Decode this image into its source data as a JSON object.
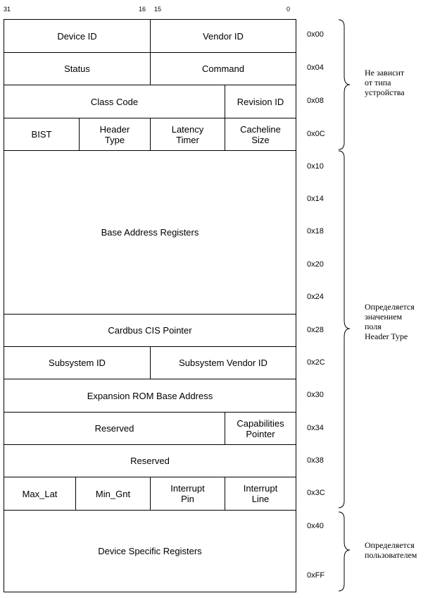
{
  "bits": {
    "b31": "31",
    "b16": "16",
    "b15": "15",
    "b0": "0"
  },
  "cells": {
    "device_id": "Device ID",
    "vendor_id": "Vendor ID",
    "status": "Status",
    "command": "Command",
    "class_code": "Class Code",
    "revision_id": "Revision ID",
    "bist": "BIST",
    "header_type_1": "Header",
    "header_type_2": "Type",
    "latency_timer_1": "Latency",
    "latency_timer_2": "Timer",
    "cacheline_size_1": "Cacheline",
    "cacheline_size_2": "Size",
    "base_address_registers": "Base Address Registers",
    "cardbus_cis_pointer": "Cardbus CIS Pointer",
    "subsystem_id": "Subsystem ID",
    "subsystem_vendor_id": "Subsystem Vendor ID",
    "expansion_rom": "Expansion ROM Base Address",
    "reserved_1": "Reserved",
    "capabilities_pointer_1": "Capabilities",
    "capabilities_pointer_2": "Pointer",
    "reserved_2": "Reserved",
    "max_lat": "Max_Lat",
    "min_gnt": "Min_Gnt",
    "interrupt_pin_1": "Interrupt",
    "interrupt_pin_2": "Pin",
    "interrupt_line_1": "Interrupt",
    "interrupt_line_2": "Line",
    "device_specific": "Device Specific Registers"
  },
  "offsets": {
    "o00": "0x00",
    "o04": "0x04",
    "o08": "0x08",
    "o0c": "0x0C",
    "o10": "0x10",
    "o14": "0x14",
    "o18": "0x18",
    "o20": "0x20",
    "o24": "0x24",
    "o28": "0x28",
    "o2c": "0x2C",
    "o30": "0x30",
    "o34": "0x34",
    "o38": "0x38",
    "o3c": "0x3C",
    "o40": "0x40",
    "off": "0xFF"
  },
  "notes": {
    "independent": [
      "Не зависит",
      "от типа",
      "устройства"
    ],
    "header_type": [
      "Определяется",
      "значением",
      "поля",
      "Header Type"
    ],
    "user": [
      "Определяется",
      "пользователем"
    ]
  }
}
